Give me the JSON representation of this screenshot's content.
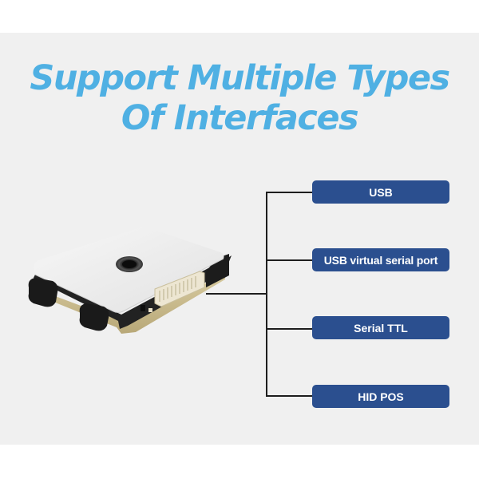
{
  "title": {
    "line1": "Support Multiple Types",
    "line2": "Of Interfaces",
    "color": "#4fb0e3"
  },
  "device": {
    "name": "barcode-scanner-module",
    "icon": "scanner-module-image"
  },
  "interfaces": [
    {
      "label": "USB"
    },
    {
      "label": "USB virtual serial port"
    },
    {
      "label": "Serial TTL"
    },
    {
      "label": "HID POS"
    }
  ],
  "colors": {
    "background_band": "#f0f0f0",
    "label_bg": "#2b4f8f",
    "label_text": "#ffffff",
    "connector_line": "#1e1e1e"
  }
}
